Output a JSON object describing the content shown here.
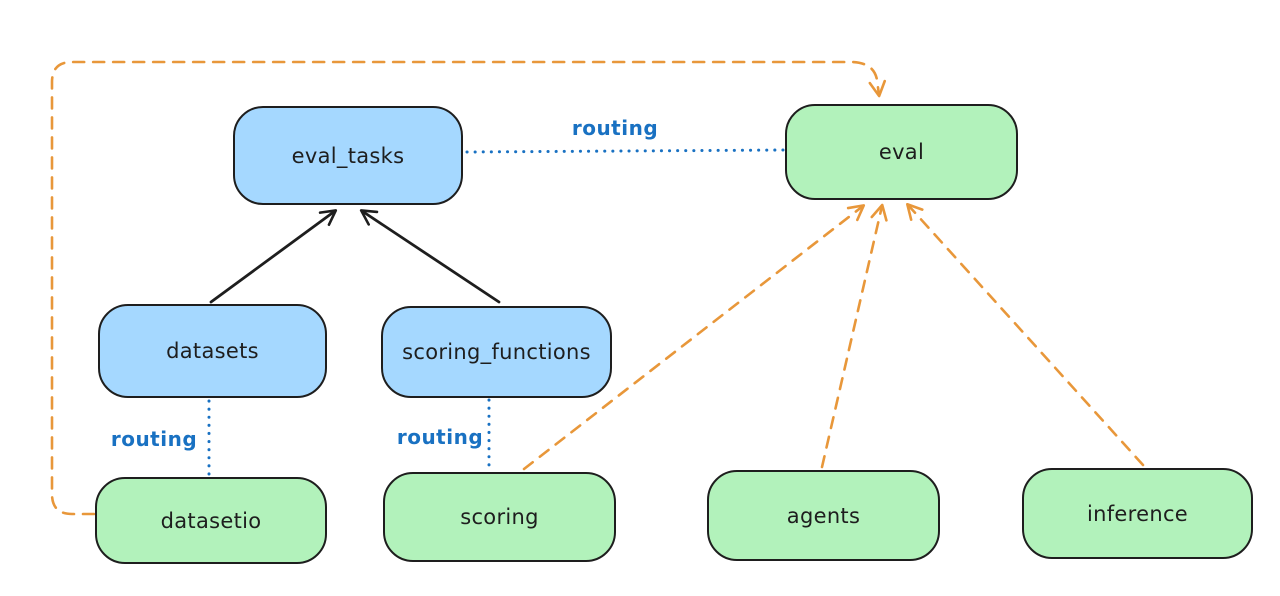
{
  "diagram": {
    "nodes": {
      "eval_tasks": {
        "label": "eval_tasks",
        "color": "blue"
      },
      "eval": {
        "label": "eval",
        "color": "green"
      },
      "datasets": {
        "label": "datasets",
        "color": "blue"
      },
      "scoring_functions": {
        "label": "scoring_functions",
        "color": "blue"
      },
      "datasetio": {
        "label": "datasetio",
        "color": "green"
      },
      "scoring": {
        "label": "scoring",
        "color": "green"
      },
      "agents": {
        "label": "agents",
        "color": "green"
      },
      "inference": {
        "label": "inference",
        "color": "green"
      }
    },
    "labels": {
      "routing_eval_tasks_eval": "routing",
      "routing_datasets_datasetio": "routing",
      "routing_scoring_functions_scoring": "routing"
    },
    "edges": [
      {
        "from": "datasets",
        "to": "eval_tasks",
        "style": "solid-black-arrow"
      },
      {
        "from": "scoring_functions",
        "to": "eval_tasks",
        "style": "solid-black-arrow"
      },
      {
        "from": "eval_tasks",
        "to": "eval",
        "style": "dotted-blue",
        "label": "routing"
      },
      {
        "from": "datasets",
        "to": "datasetio",
        "style": "dotted-blue",
        "label": "routing"
      },
      {
        "from": "scoring_functions",
        "to": "scoring",
        "style": "dotted-blue",
        "label": "routing"
      },
      {
        "from": "datasetio",
        "to": "eval",
        "style": "dashed-orange-arrow"
      },
      {
        "from": "scoring",
        "to": "eval",
        "style": "dashed-orange-arrow"
      },
      {
        "from": "agents",
        "to": "eval",
        "style": "dashed-orange-arrow"
      },
      {
        "from": "inference",
        "to": "eval",
        "style": "dashed-orange-arrow"
      }
    ],
    "colors": {
      "node_blue_fill": "#a5d8ff",
      "node_green_fill": "#b2f2bb",
      "node_stroke": "#1e1e1e",
      "routing_blue": "#1971c2",
      "orange": "#e8973a",
      "background": "#ffffff"
    }
  }
}
